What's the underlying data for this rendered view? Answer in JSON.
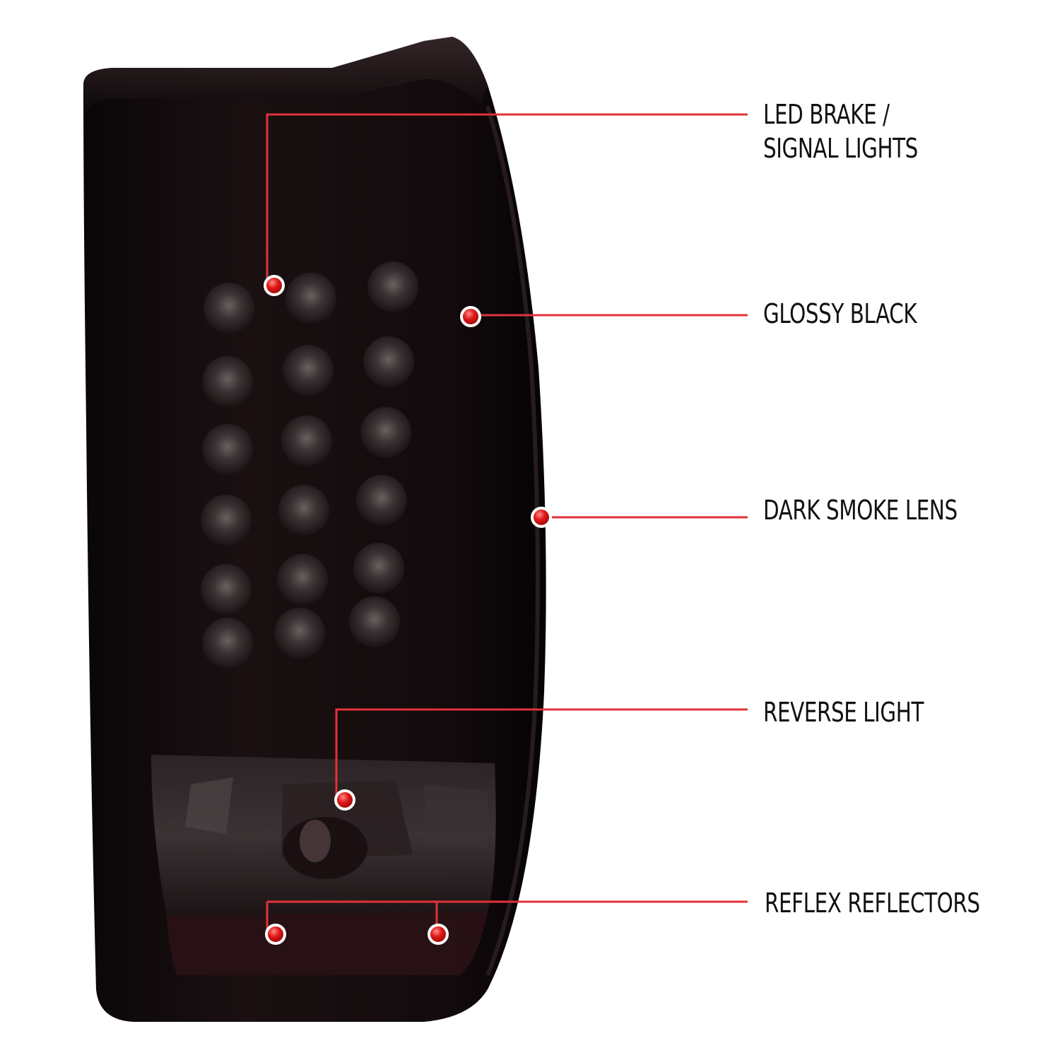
{
  "colors": {
    "background": "#ffffff",
    "callout_line": "#e0333a",
    "callout_dot": "#e01818",
    "lens": "#140c0e",
    "label_text": "#111111"
  },
  "callouts": [
    {
      "id": "led-brake-signal",
      "line1": "LED BRAKE /",
      "line2": "SIGNAL LIGHTS"
    },
    {
      "id": "glossy-black",
      "line1": "GLOSSY BLACK"
    },
    {
      "id": "dark-smoke-lens",
      "line1": "DARK SMOKE LENS"
    },
    {
      "id": "reverse-light",
      "line1": "REVERSE LIGHT"
    },
    {
      "id": "reflex-reflectors",
      "line1": "REFLEX REFLECTORS"
    }
  ],
  "product": {
    "icon": "tail-light-assembly",
    "led_grid": {
      "columns": 3,
      "rows": 6
    }
  }
}
